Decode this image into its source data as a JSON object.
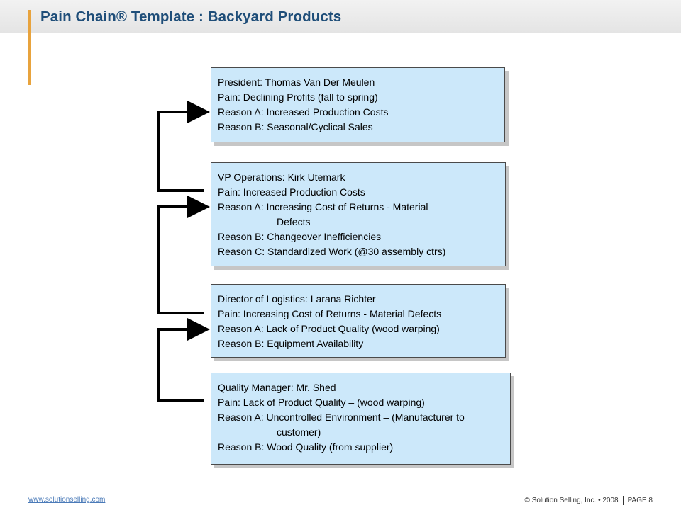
{
  "header": {
    "title": "Pain Chain® Template : Backyard Products"
  },
  "boxes": [
    {
      "lines": [
        {
          "text": "President:  Thomas Van Der Meulen"
        },
        {
          "text": "Pain:  Declining Profits (fall to spring)"
        },
        {
          "text": "Reason A:   Increased Production Costs"
        },
        {
          "text": "Reason B:  Seasonal/Cyclical Sales"
        }
      ]
    },
    {
      "lines": [
        {
          "text": "VP Operations:  Kirk Utemark"
        },
        {
          "text": "Pain: Increased Production Costs"
        },
        {
          "text": "Reason A:   Increasing Cost of Returns - Material"
        },
        {
          "text": "Defects"
        },
        {
          "text": "Reason B:  Changeover Inefficiencies"
        },
        {
          "text": "Reason C:  Standardized Work (@30 assembly ctrs)"
        }
      ]
    },
    {
      "lines": [
        {
          "text": "Director of Logistics:  Larana Richter"
        },
        {
          "text": "Pain: Increasing Cost of Returns - Material Defects"
        },
        {
          "text": "Reason A:  Lack of Product Quality (wood warping)"
        },
        {
          "text": "Reason B:  Equipment Availability"
        }
      ]
    },
    {
      "lines": [
        {
          "text": "Quality Manager: Mr. Shed"
        },
        {
          "text": "Pain: Lack of Product Quality – (wood warping)"
        },
        {
          "text": "Reason A:   Uncontrolled Environment – (Manufacturer to"
        },
        {
          "text": "customer)"
        },
        {
          "text": "Reason B:  Wood Quality (from supplier)"
        }
      ]
    }
  ],
  "footer": {
    "link": "www.solutionselling.com",
    "copyright": "© Solution Selling, Inc. • 2008",
    "page": "PAGE 8"
  },
  "colors": {
    "title": "#1f4e79",
    "accent": "#e8a33d",
    "box_fill": "#cce8fa",
    "link": "#4a7ab8"
  }
}
